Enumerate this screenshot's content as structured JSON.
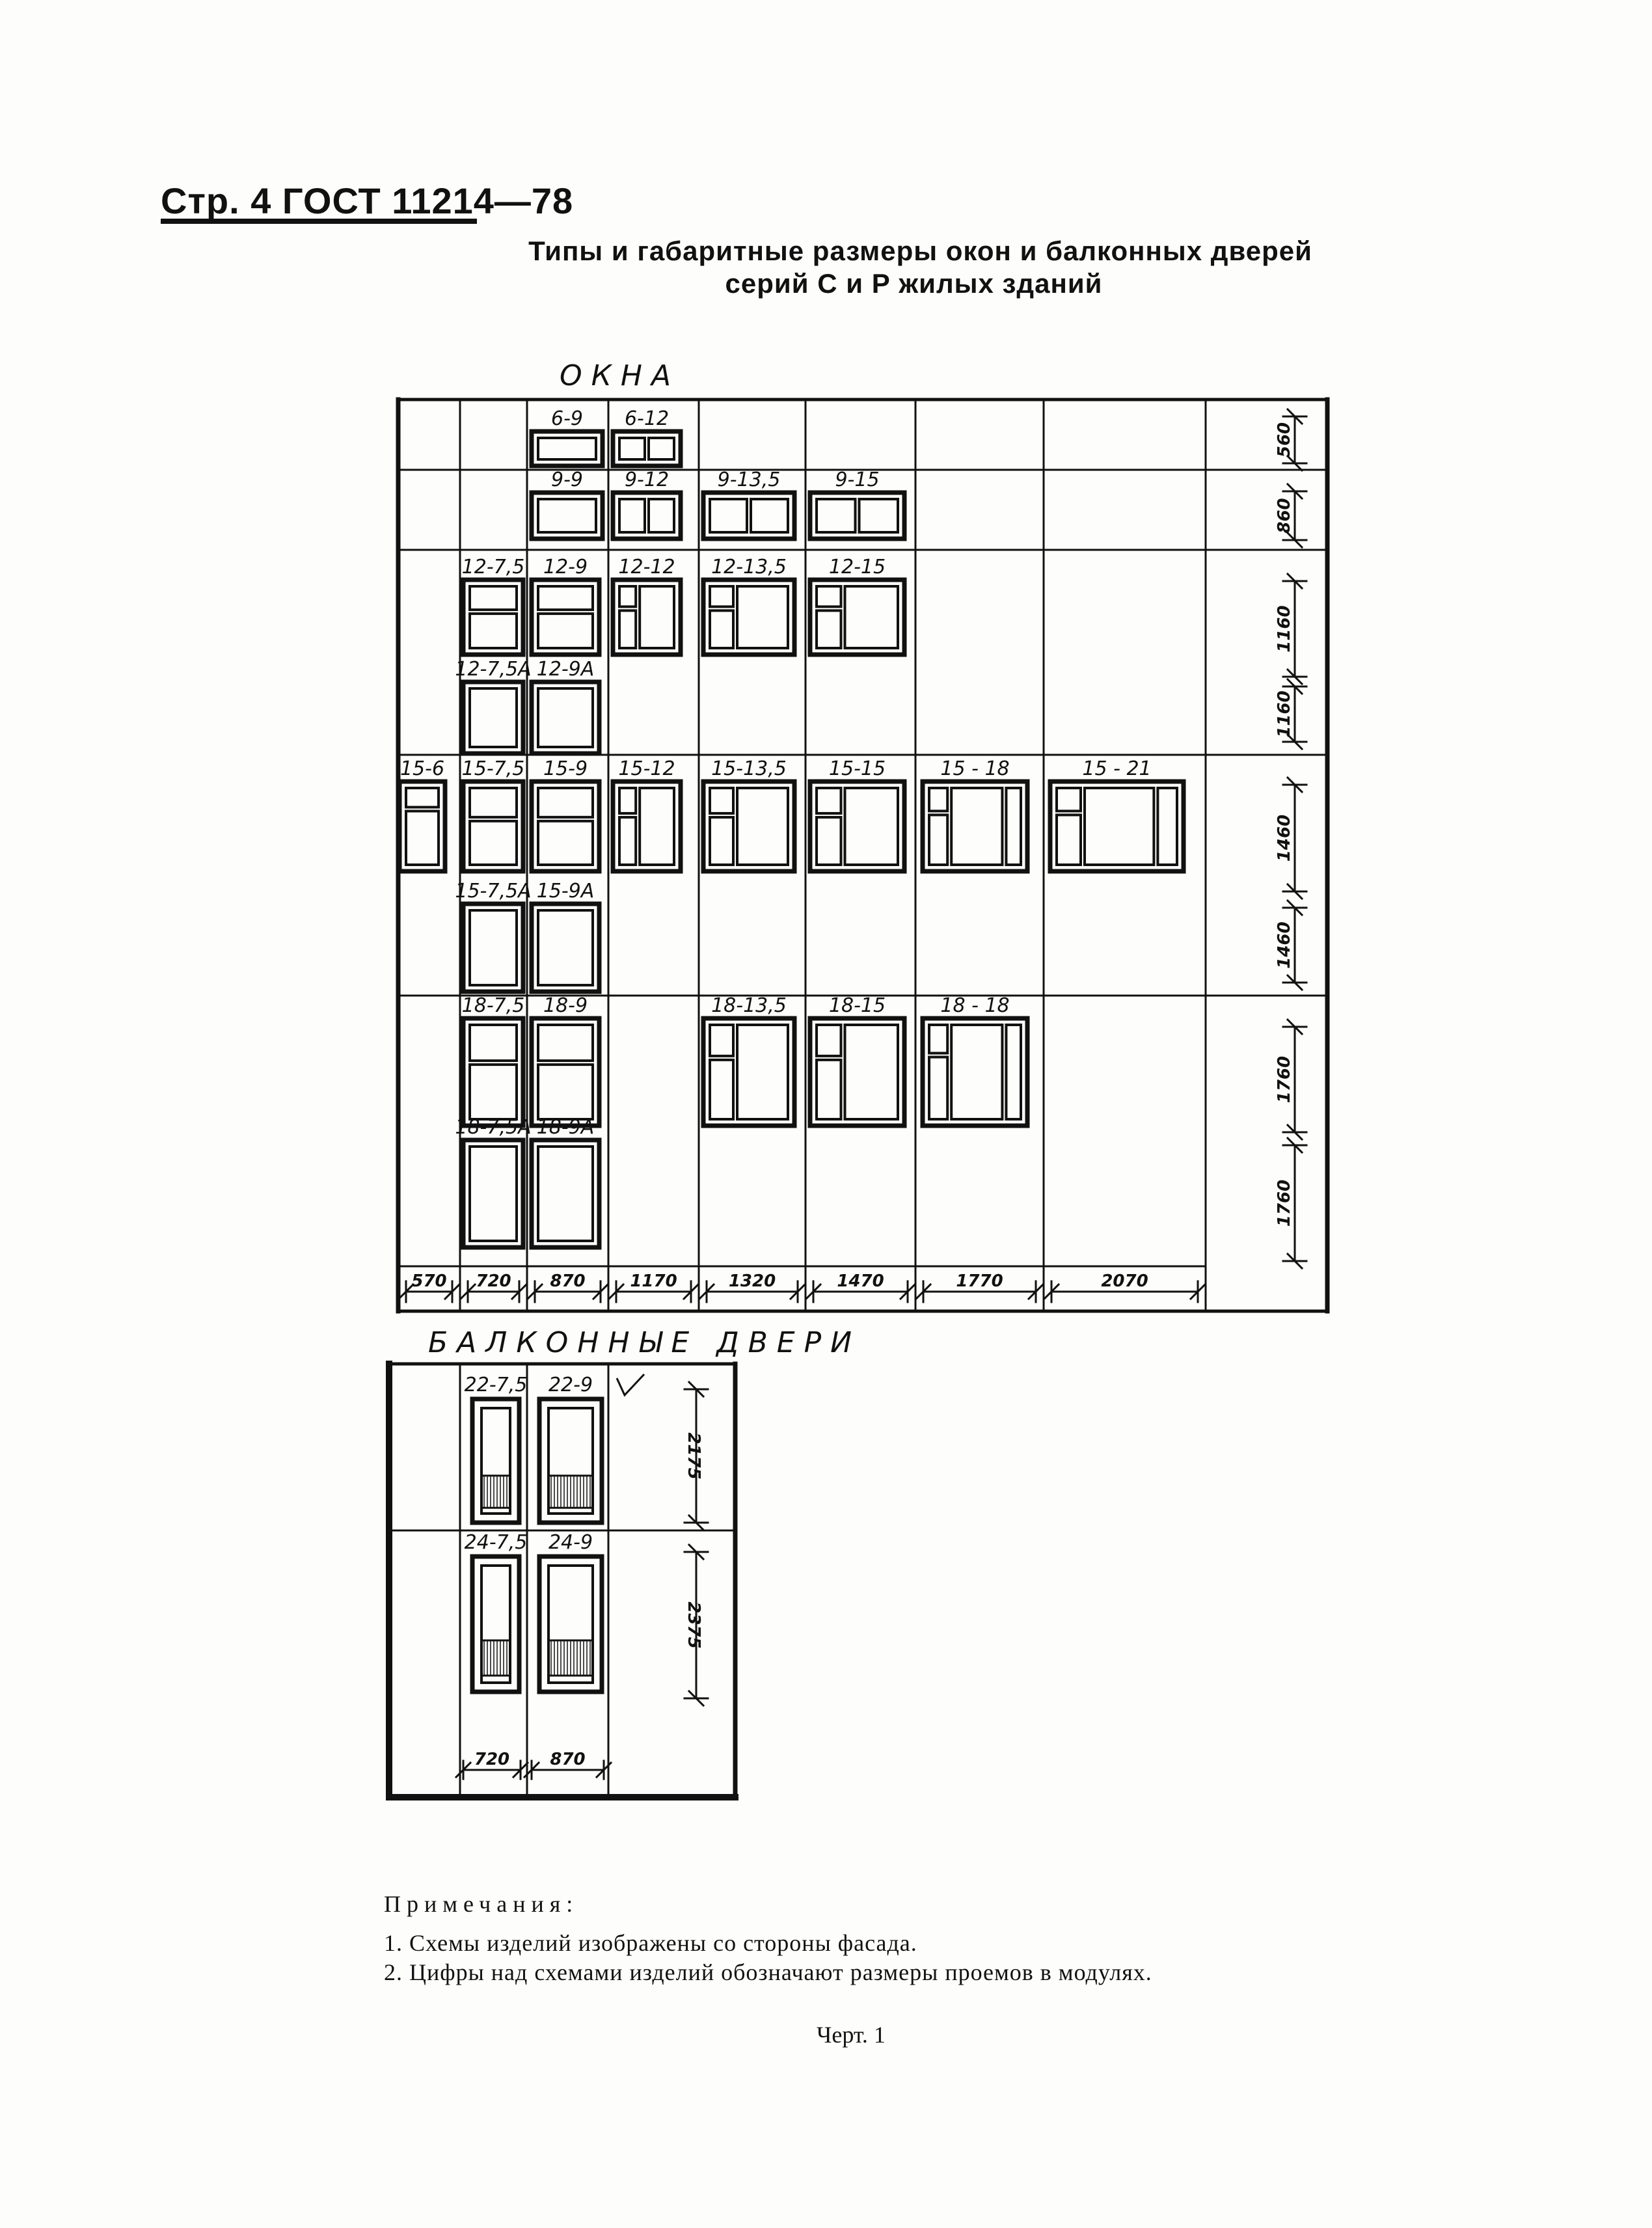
{
  "header": {
    "title": "Стр. 4 ГОСТ 11214—78"
  },
  "title": {
    "line1": "Типы и габаритные размеры окон и балконных дверей",
    "line2": "серий С и Р жилых зданий"
  },
  "windows": {
    "label": "ОКНА",
    "column_widths": [
      "570",
      "720",
      "870",
      "1170",
      "1320",
      "1470",
      "1770",
      "2070"
    ],
    "row_heights": [
      "560",
      "860",
      "1160",
      "1160",
      "1460",
      "1460",
      "1760",
      "1760"
    ],
    "items": [
      {
        "label": "6-9"
      },
      {
        "label": "6-12"
      },
      {
        "label": "9-9"
      },
      {
        "label": "9-12"
      },
      {
        "label": "9-13,5"
      },
      {
        "label": "9-15"
      },
      {
        "label": "12-7,5"
      },
      {
        "label": "12-9"
      },
      {
        "label": "12-12"
      },
      {
        "label": "12-13,5"
      },
      {
        "label": "12-15"
      },
      {
        "label": "12-7,5А"
      },
      {
        "label": "12-9А"
      },
      {
        "label": "15-6"
      },
      {
        "label": "15-7,5"
      },
      {
        "label": "15-9"
      },
      {
        "label": "15-12"
      },
      {
        "label": "15-13,5"
      },
      {
        "label": "15-15"
      },
      {
        "label": "15 - 18"
      },
      {
        "label": "15 - 21"
      },
      {
        "label": "15-7,5А"
      },
      {
        "label": "15-9А"
      },
      {
        "label": "18-7,5"
      },
      {
        "label": "18-9"
      },
      {
        "label": "18-13,5"
      },
      {
        "label": "18-15"
      },
      {
        "label": "18 - 18"
      },
      {
        "label": "18-7,5А"
      },
      {
        "label": "18-9А"
      }
    ]
  },
  "balcony_doors": {
    "label": "БАЛКОННЫЕ ДВЕРИ",
    "column_widths": [
      "720",
      "870"
    ],
    "row_heights": [
      "2175",
      "2375"
    ],
    "items": [
      {
        "label": "22-7,5"
      },
      {
        "label": "22-9"
      },
      {
        "label": "24-7,5"
      },
      {
        "label": "24-9"
      }
    ]
  },
  "notes": {
    "heading": "Примечания:",
    "items": [
      "1. Схемы изделий изображены со стороны фасада.",
      "2. Цифры над схемами изделий обозначают размеры проемов в модулях."
    ]
  },
  "figure_caption": "Черт. 1"
}
